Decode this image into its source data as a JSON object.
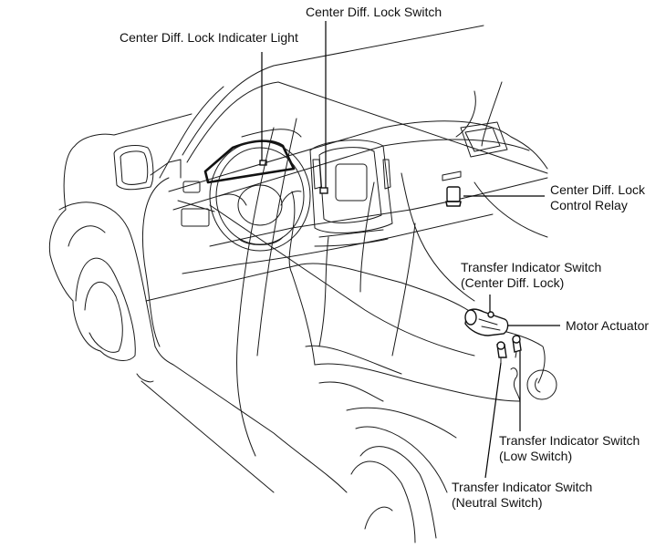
{
  "diagram": {
    "title": "Center Differential Lock System Component Locations",
    "callouts": [
      {
        "id": "center-diff-lock-switch",
        "lines": [
          "Center Diff. Lock Switch"
        ]
      },
      {
        "id": "center-diff-lock-indicator-light",
        "lines": [
          "Center Diff. Lock Indicater Light"
        ]
      },
      {
        "id": "center-diff-lock-control-relay",
        "lines": [
          "Center Diff. Lock",
          "Control Relay"
        ]
      },
      {
        "id": "transfer-indicator-switch-center-diff-lock",
        "lines": [
          "Transfer Indicator Switch",
          "(Center Diff. Lock)"
        ]
      },
      {
        "id": "motor-actuator",
        "lines": [
          "Motor Actuator"
        ]
      },
      {
        "id": "transfer-indicator-switch-low",
        "lines": [
          "Transfer Indicator Switch",
          "(Low Switch)"
        ]
      },
      {
        "id": "transfer-indicator-switch-neutral",
        "lines": [
          "Transfer Indicator Switch",
          "(Neutral Switch)"
        ]
      }
    ]
  }
}
